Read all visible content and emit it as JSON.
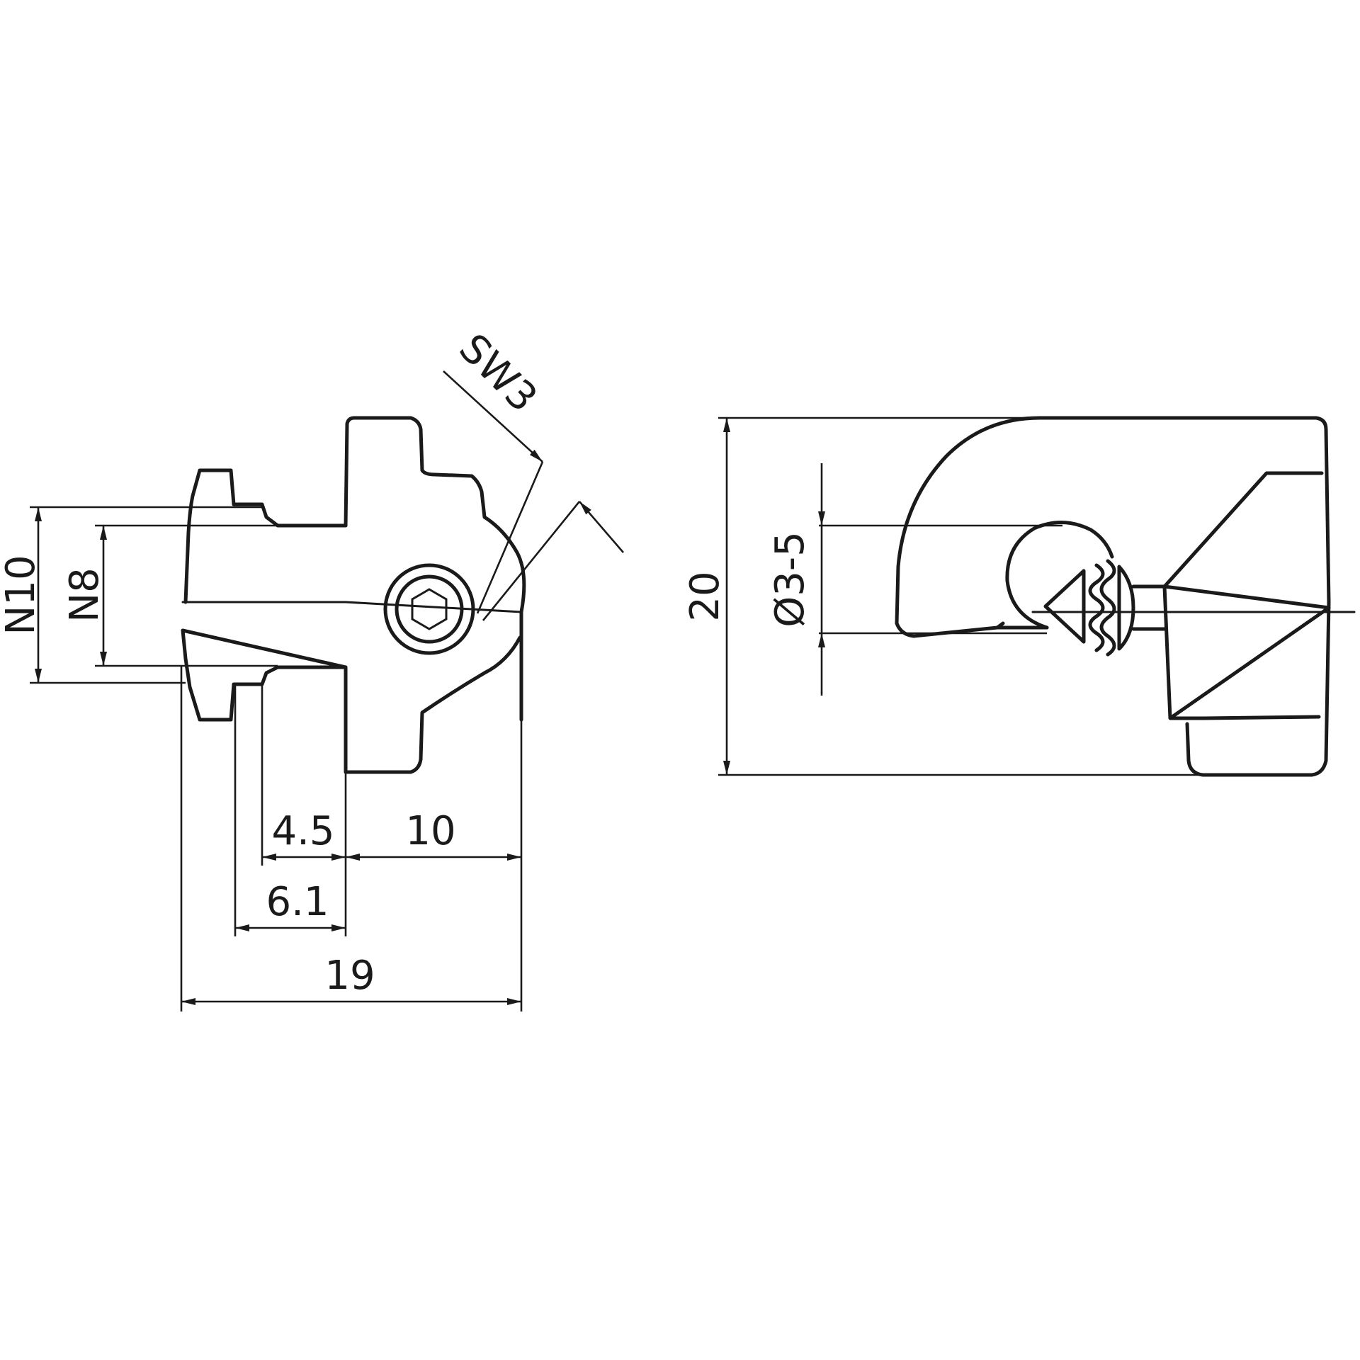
{
  "dimensions": {
    "n10": "N10",
    "n8": "N8",
    "sw3": "SW3",
    "d4_5": "4.5",
    "d10": "10",
    "d6_1": "6.1",
    "d19": "19",
    "d20": "20",
    "dia": "Ø3-5"
  }
}
